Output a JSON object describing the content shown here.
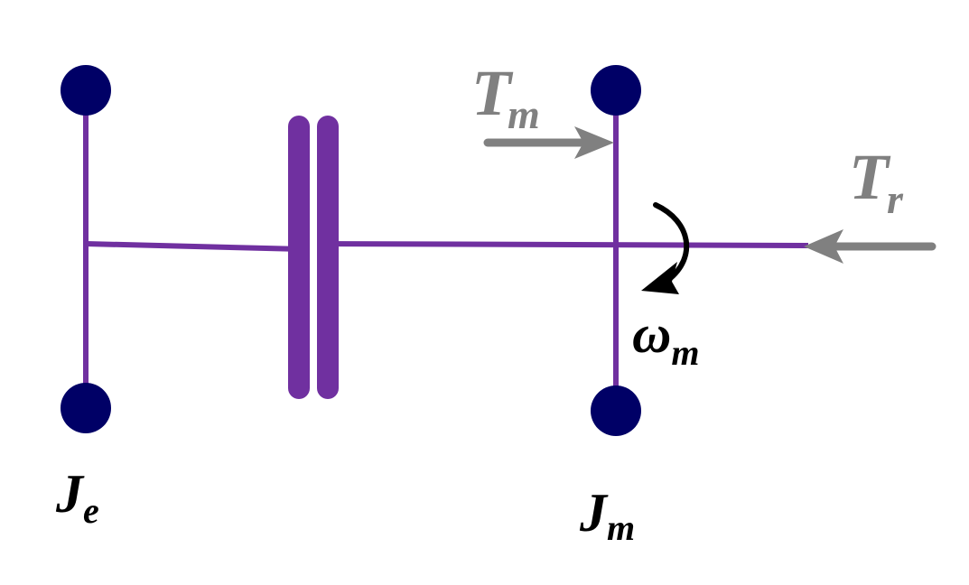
{
  "colors": {
    "shaft": "#7030a0",
    "mass": "#000066",
    "torque_arrow": "#808080",
    "rotation_arrow": "#000000",
    "label_dark": "#000000",
    "label_gray": "#808080"
  },
  "labels": {
    "je_main": "J",
    "je_sub": "e",
    "jm_main": "J",
    "jm_sub": "m",
    "tm_main": "T",
    "tm_sub": "m",
    "tr_main": "T",
    "tr_sub": "r",
    "wm_main": "ω",
    "wm_sub": "m"
  }
}
